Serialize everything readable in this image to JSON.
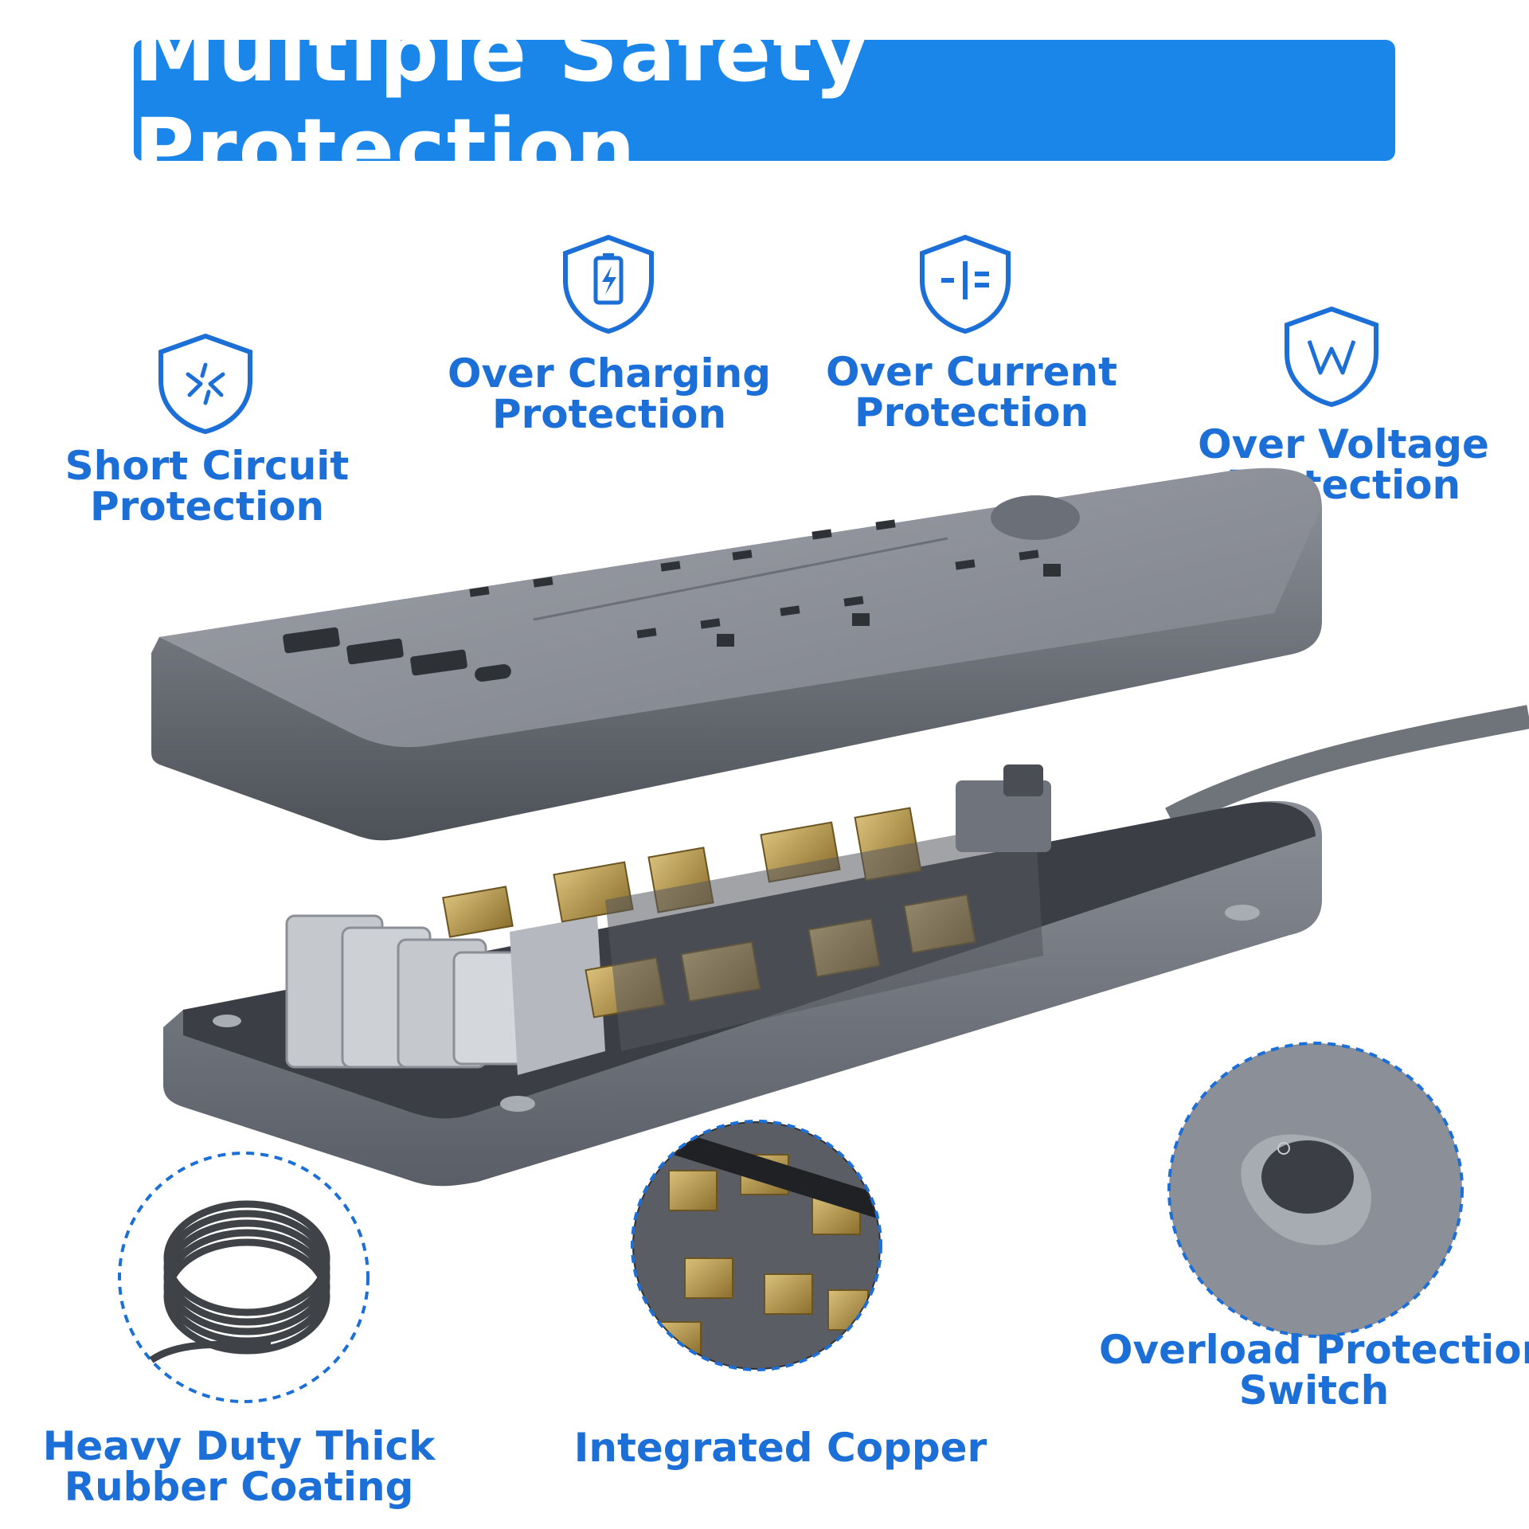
{
  "colors": {
    "brand_blue": "#1a86ea",
    "text_blue": "#1d6fd8"
  },
  "banner": {
    "title": "Multiple Safety Protection"
  },
  "features": [
    {
      "icon": "short-circuit-shield-icon",
      "lines": [
        "Short Circuit",
        "Protection"
      ]
    },
    {
      "icon": "battery-shield-icon",
      "lines": [
        "Over Charging",
        "Protection"
      ]
    },
    {
      "icon": "current-shield-icon",
      "lines": [
        "Over Current",
        "Protection"
      ]
    },
    {
      "icon": "voltage-shield-icon",
      "lines": [
        "Over Voltage",
        "Protection"
      ]
    }
  ],
  "details": [
    {
      "lines": [
        "Heavy Duty Thick",
        "Rubber Coating"
      ]
    },
    {
      "lines": [
        "Integrated Copper"
      ]
    },
    {
      "lines": [
        "Overload Protection",
        "Switch"
      ]
    }
  ]
}
